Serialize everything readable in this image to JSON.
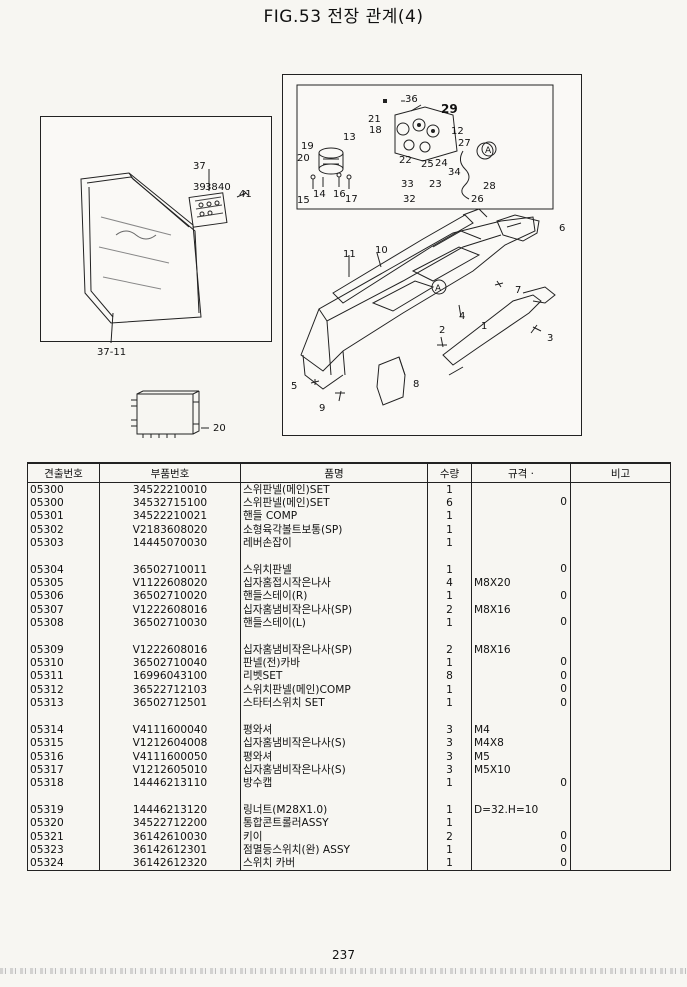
{
  "title": "FIG.53 전장 관계(4)",
  "diagram": {
    "left_labels": [
      "37",
      "39",
      "38",
      "40",
      "41",
      "37-11"
    ],
    "small_label": "20",
    "right_labels": [
      "36",
      "29",
      "21",
      "18",
      "13",
      "12",
      "27",
      "19",
      "20",
      "22",
      "25",
      "24",
      "34",
      "15",
      "14",
      "16",
      "17",
      "33",
      "23",
      "28",
      "32",
      "26",
      "6",
      "11",
      "10",
      "A",
      "A",
      "7",
      "4",
      "1",
      "2",
      "3",
      "5",
      "8",
      "9"
    ]
  },
  "table": {
    "headers": {
      "no": "견출번호",
      "part": "부품번호",
      "name": "품명",
      "qty": "수량",
      "spec": "규격 ·",
      "note": "비고"
    },
    "rows": [
      {
        "no": "05300",
        "part": "34522210010",
        "name": "스위판넬(메인)SET",
        "qty": "1",
        "spec": "",
        "zero": ""
      },
      {
        "no": "05300",
        "part": "34532715100",
        "name": "스위판넬(메인)SET",
        "qty": "6",
        "spec": "",
        "zero": "0"
      },
      {
        "no": "05301",
        "part": "34522210021",
        "name": "핸들 COMP",
        "qty": "1",
        "spec": "",
        "zero": ""
      },
      {
        "no": "05302",
        "part": "V2183608020",
        "name": "소형육각볼트보통(SP)",
        "qty": "1",
        "spec": "",
        "zero": ""
      },
      {
        "no": "05303",
        "part": "14445070030",
        "name": "레버손잡이",
        "qty": "1",
        "spec": "",
        "zero": ""
      },
      {
        "no": "",
        "part": "",
        "name": "",
        "qty": "",
        "spec": "",
        "zero": ""
      },
      {
        "no": "05304",
        "part": "36502710011",
        "name": "스위치판넬",
        "qty": "1",
        "spec": "",
        "zero": "0"
      },
      {
        "no": "05305",
        "part": "V1122608020",
        "name": "십자홈접시작은나사",
        "qty": "4",
        "spec": "M8X20",
        "zero": ""
      },
      {
        "no": "05306",
        "part": "36502710020",
        "name": "핸들스테이(R)",
        "qty": "1",
        "spec": "",
        "zero": "0"
      },
      {
        "no": "05307",
        "part": "V1222608016",
        "name": "십자홈냄비작은나사(SP)",
        "qty": "2",
        "spec": "M8X16",
        "zero": ""
      },
      {
        "no": "05308",
        "part": "36502710030",
        "name": "핸들스테이(L)",
        "qty": "1",
        "spec": "",
        "zero": "0"
      },
      {
        "no": "",
        "part": "",
        "name": "",
        "qty": "",
        "spec": "",
        "zero": ""
      },
      {
        "no": "05309",
        "part": "V1222608016",
        "name": "십자홈냄비작은나사(SP)",
        "qty": "2",
        "spec": "M8X16",
        "zero": ""
      },
      {
        "no": "05310",
        "part": "36502710040",
        "name": "판넬(전)카바",
        "qty": "1",
        "spec": "",
        "zero": "0"
      },
      {
        "no": "05311",
        "part": "16996043100",
        "name": "리벳SET",
        "qty": "8",
        "spec": "",
        "zero": "0"
      },
      {
        "no": "05312",
        "part": "36522712103",
        "name": "스위치판넬(메인)COMP",
        "qty": "1",
        "spec": "",
        "zero": "0"
      },
      {
        "no": "05313",
        "part": "36502712501",
        "name": "스타터스위치 SET",
        "qty": "1",
        "spec": "",
        "zero": "0"
      },
      {
        "no": "",
        "part": "",
        "name": "",
        "qty": "",
        "spec": "",
        "zero": ""
      },
      {
        "no": "05314",
        "part": "V4111600040",
        "name": "평와셔",
        "qty": "3",
        "spec": "M4",
        "zero": ""
      },
      {
        "no": "05315",
        "part": "V1212604008",
        "name": "십자홈냄비작은나사(S)",
        "qty": "3",
        "spec": "M4X8",
        "zero": ""
      },
      {
        "no": "05316",
        "part": "V4111600050",
        "name": "평와셔",
        "qty": "3",
        "spec": "M5",
        "zero": ""
      },
      {
        "no": "05317",
        "part": "V1212605010",
        "name": "십자홈냄비작은나사(S)",
        "qty": "3",
        "spec": "M5X10",
        "zero": ""
      },
      {
        "no": "05318",
        "part": "14446213110",
        "name": "방수캡",
        "qty": "1",
        "spec": "",
        "zero": "0"
      },
      {
        "no": "",
        "part": "",
        "name": "",
        "qty": "",
        "spec": "",
        "zero": ""
      },
      {
        "no": "05319",
        "part": "14446213120",
        "name": "링너트(M28X1.0)",
        "qty": "1",
        "spec": "D=32.H=10",
        "zero": ""
      },
      {
        "no": "05320",
        "part": "34522712200",
        "name": "통합콘트롤러ASSY",
        "qty": "1",
        "spec": "",
        "zero": ""
      },
      {
        "no": "05321",
        "part": "36142610030",
        "name": "키이",
        "qty": "2",
        "spec": "",
        "zero": "0"
      },
      {
        "no": "05323",
        "part": "36142612301",
        "name": "점멸등스위치(완) ASSY",
        "qty": "1",
        "spec": "",
        "zero": "0"
      },
      {
        "no": "05324",
        "part": "36142612320",
        "name": "스위치 카버",
        "qty": "1",
        "spec": "",
        "zero": "0"
      }
    ]
  },
  "page_number": "237"
}
